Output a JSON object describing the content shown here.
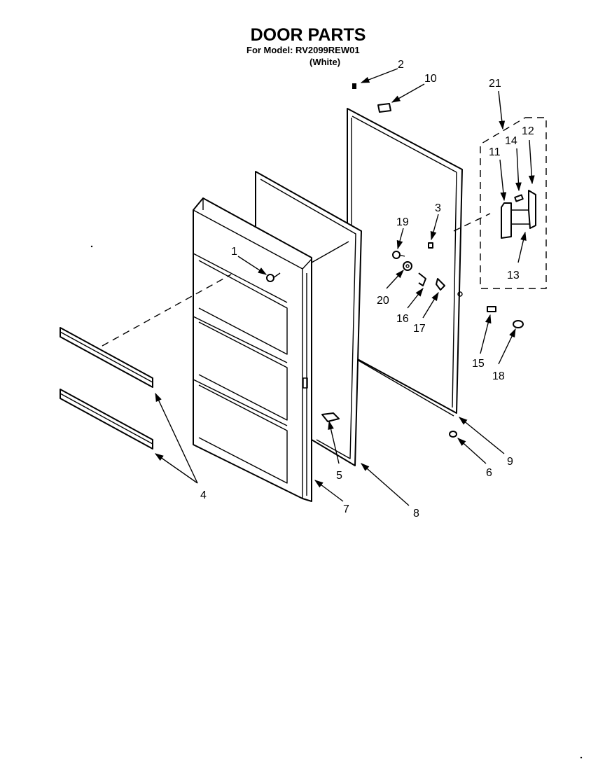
{
  "header": {
    "title": "DOOR PARTS",
    "model_line": "For Model: RV2099REW01",
    "color_line": "(White)"
  },
  "callouts": [
    "1",
    "2",
    "3",
    "4",
    "5",
    "6",
    "7",
    "8",
    "9",
    "10",
    "11",
    "12",
    "13",
    "14",
    "15",
    "16",
    "17",
    "18",
    "19",
    "20",
    "21"
  ]
}
